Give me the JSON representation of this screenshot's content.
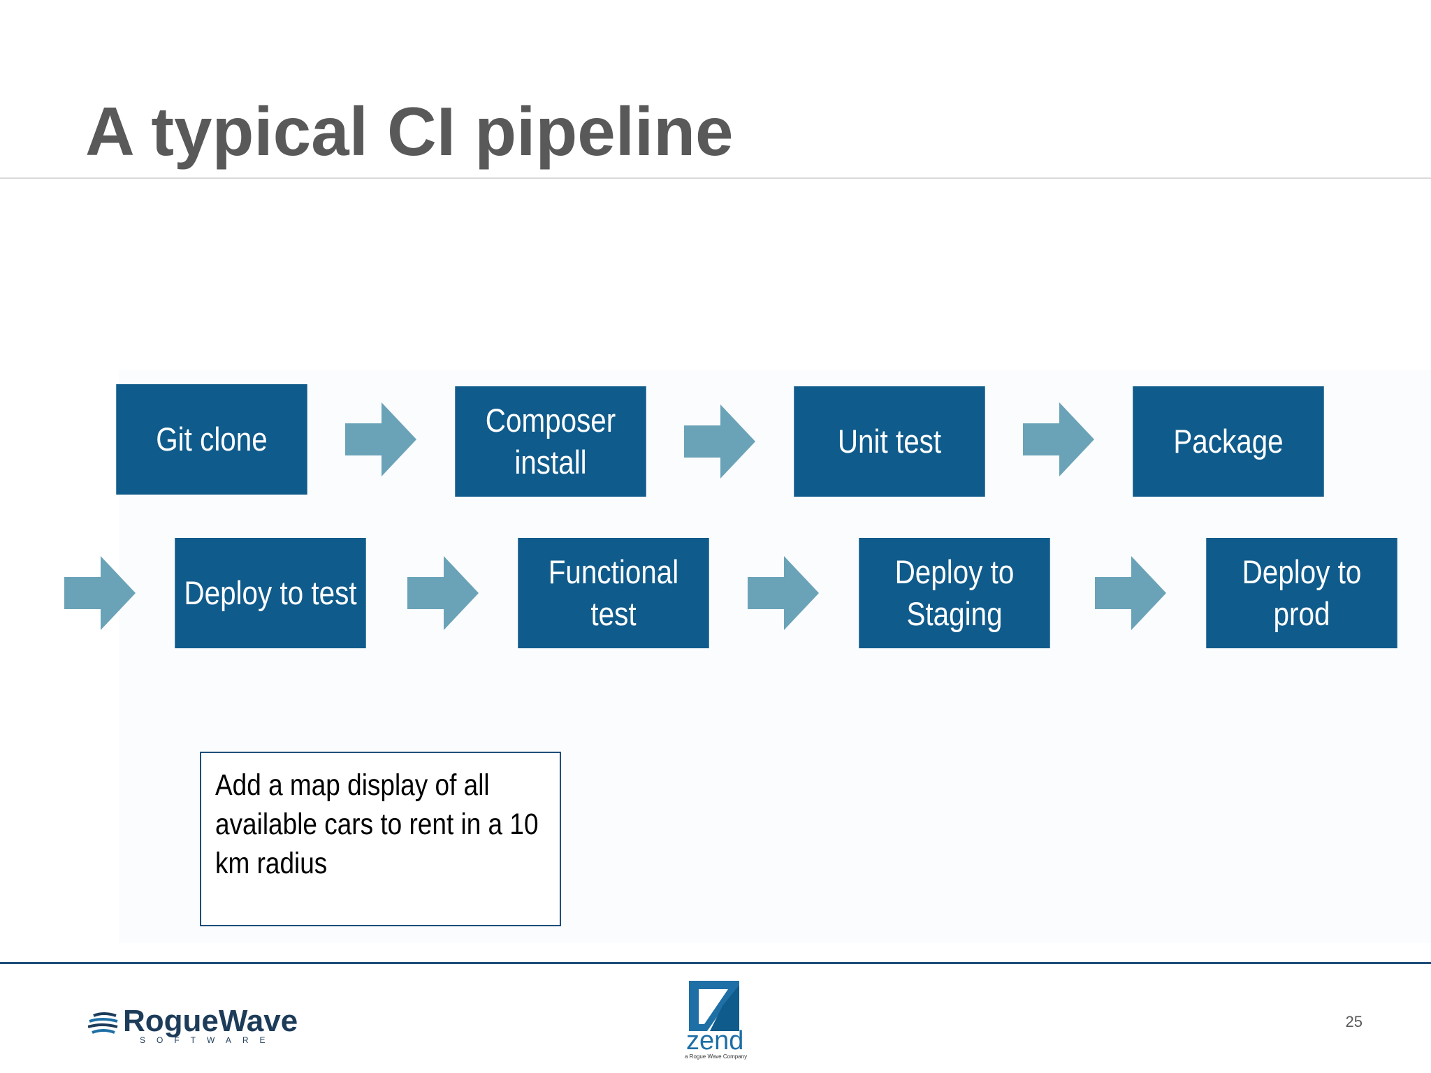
{
  "slide": {
    "title": "A typical CI pipeline",
    "page_number": "25"
  },
  "pipeline": {
    "steps": [
      "Git clone",
      "Composer\ninstall",
      "Unit test",
      "Package",
      "Deploy to test",
      "Functional test",
      "Deploy to\nStaging",
      "Deploy to prod"
    ]
  },
  "note": {
    "text": "Add a map display of  all available cars to rent in a 10 km radius"
  },
  "logos": {
    "roguewave_name": "RogueWave",
    "roguewave_sub": "SOFTWARE",
    "zend_name": "zend",
    "zend_sub": "a Rogue Wave Company"
  },
  "colors": {
    "step_fill": "#0f5b8b",
    "arrow_fill": "#6aa3b8",
    "title_text": "#595959",
    "rule": "#1f4e79"
  },
  "icons": {
    "arrow": "right-block-arrow",
    "roguewave_mark": "wave-lines-icon",
    "zend_mark": "z-square-icon"
  }
}
